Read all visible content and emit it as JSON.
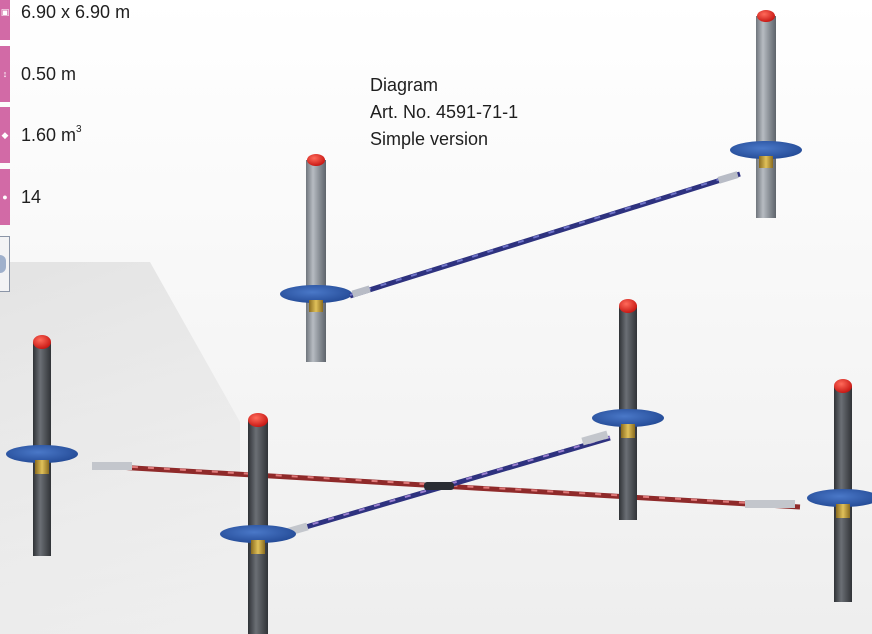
{
  "specs": [
    {
      "icon": "area-icon",
      "value": "6.90 x 6.90 m"
    },
    {
      "icon": "fall-height-icon",
      "value": "0.50 m"
    },
    {
      "icon": "volume-icon",
      "value": "1.60 m",
      "superscript": "3"
    },
    {
      "icon": "users-icon",
      "value": "14"
    }
  ],
  "caption": {
    "line1": "Diagram",
    "line2": "Art. No. 4591-71-1",
    "line3": "Simple version"
  },
  "colors": {
    "spec_accent": "#d26aa6",
    "post_cap": "#e0201e",
    "disc": "#2f5cab",
    "rope_red": "#b33a3a",
    "rope_blue": "#4b4fa3",
    "post_galvanized": "#8c9299",
    "post_dark": "#4a4d52",
    "collar": "#c9a43c"
  }
}
